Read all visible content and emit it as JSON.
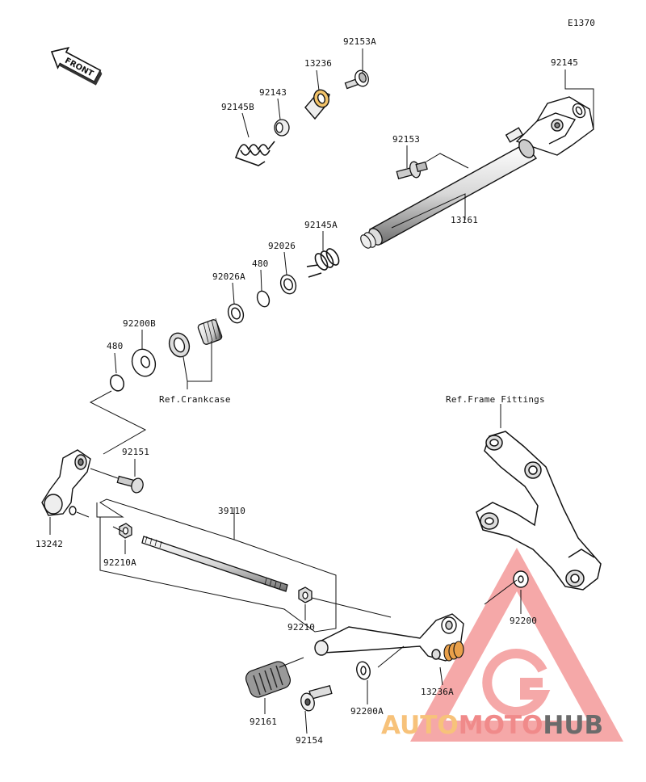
{
  "diagram": {
    "code": "E1370",
    "front_label": "FRONT",
    "parts": {
      "p92153A": "92153A",
      "p13236": "13236",
      "p92145": "92145",
      "p92143": "92143",
      "p92145B": "92145B",
      "p92153": "92153",
      "p13161": "13161",
      "p92145A": "92145A",
      "p92026": "92026",
      "p480a": "480",
      "p92026A": "92026A",
      "p92200B": "92200B",
      "p480b": "480",
      "p92151": "92151",
      "p39110": "39110",
      "p13242": "13242",
      "p92210A": "92210A",
      "p92210": "92210",
      "p92200": "92200",
      "p13236A": "13236A",
      "p92161": "92161",
      "p92200A": "92200A",
      "p92154": "92154"
    },
    "refs": {
      "crankcase": "Ref.Crankcase",
      "frame": "Ref.Frame Fittings"
    }
  },
  "watermark": {
    "part1": "AUTO",
    "part2": "MOTO",
    "part3": "HUB",
    "colors": {
      "auto": "#f7c27a",
      "moto": "#f08a8a",
      "hub": "#6b6b6b",
      "triangle": "#f28b8b"
    }
  }
}
